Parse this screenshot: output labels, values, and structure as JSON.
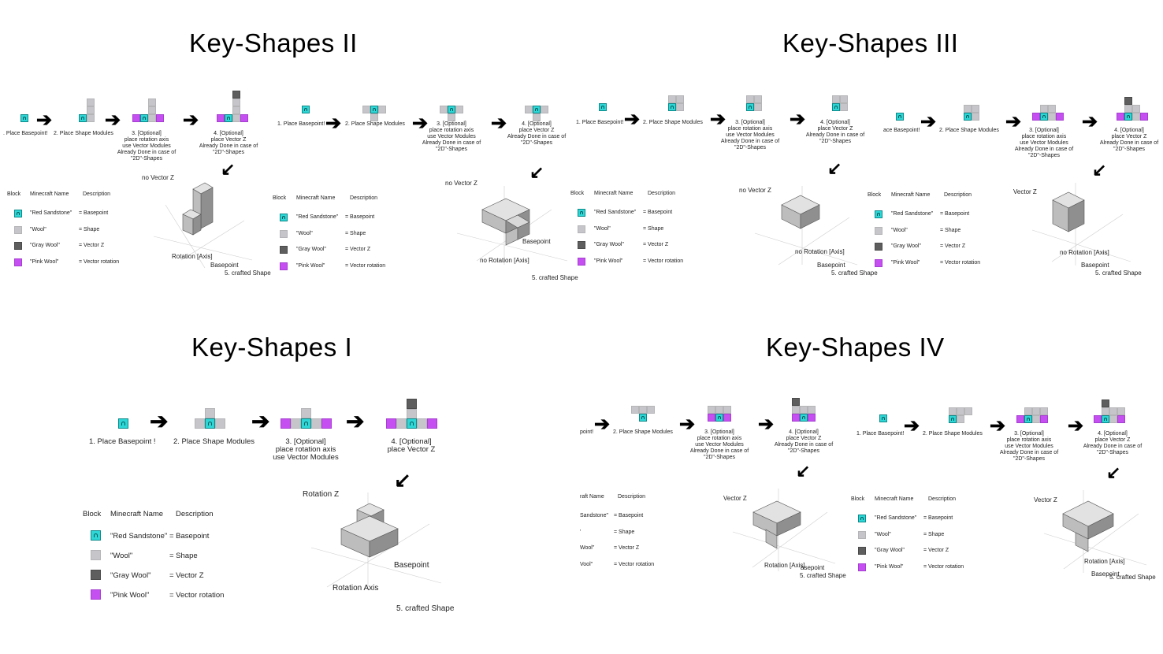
{
  "panel_I": {
    "title": "Key-Shapes I",
    "step1": "1. Place Basepoint !",
    "step2": "2. Place Shape Modules",
    "step3_a": "3. [Optional]",
    "step3_b": "place rotation axis",
    "step3_c": "use Vector Modules",
    "step4_a": "4. [Optional]",
    "step4_b": "place Vector Z",
    "anno_rotz": "Rotation Z",
    "anno_base": "Basepoint",
    "anno_axis": "Rotation Axis",
    "step5": "5. crafted Shape",
    "legend": {
      "h_block": "Block",
      "h_name": "Minecraft Name",
      "h_desc": "Description",
      "rows": [
        {
          "name": "\"Red Sandstone\"",
          "desc": "= Basepoint",
          "color": "#2ed6d6"
        },
        {
          "name": "\"Wool\"",
          "desc": "= Shape",
          "color": "#c6c6ca"
        },
        {
          "name": "\"Gray Wool\"",
          "desc": "= Vector Z",
          "color": "#5e5e5e"
        },
        {
          "name": "\"Pink Wool\"",
          "desc": "= Vector rotation",
          "color": "#c54ff0"
        }
      ]
    }
  },
  "panel_II": {
    "title": "Key-Shapes II",
    "a_step1": ". Place Basepoint!",
    "a_step2": "2. Place Shape Modules",
    "a_step3": [
      "3. [Optional]",
      "place rotation axis",
      "use Vector Modules",
      "Already Done in case of",
      "\"2D\"-Shapes"
    ],
    "a_step4": [
      "4. [Optional]",
      "place Vector Z",
      "Already Done in case of",
      "\"2D\"-Shapes"
    ],
    "a_novz": "no Vector Z",
    "a_rot": "Rotation [Axis]",
    "a_base": "Basepoint",
    "a_step5": "5. crafted Shape",
    "b_step1": "1. Place Basepoint!",
    "b_step2": "2. Place Shape Modules",
    "b_step3": [
      "3. [Optional]",
      "place rotation axis",
      "use Vector Modules",
      "Already Done in case of",
      "\"2D\"-Shapes"
    ],
    "b_step4": [
      "4. [Optional]",
      "place Vector Z",
      "Already Done in case of",
      "\"2D\"-Shapes"
    ],
    "b_novz": "no Vector Z",
    "b_base": "Basepoint",
    "b_norot": "no Rotation [Axis]",
    "b_step5": "5. crafted Shape"
  },
  "panel_III": {
    "title": "Key-Shapes III",
    "a_step1": "1. Place Basepoint!",
    "a_step2": "2. Place Shape Modules",
    "a_step3": [
      "3. [Optional]",
      "place rotation axis",
      "use Vector Modules",
      "Already Done in case of",
      "\"2D\"-Shapes"
    ],
    "a_step4": [
      "4. [Optional]",
      "place Vector Z",
      "Already Done in case of",
      "\"2D\"-Shapes"
    ],
    "a_novz": "no Vector Z",
    "a_norot": "no Rotation [Axis]",
    "a_base": "Basepoint",
    "a_step5": "5. crafted Shape",
    "b_step1": "ace Basepoint!",
    "b_step2": "2. Place Shape Modules",
    "b_step3": [
      "3. [Optional]",
      "place rotation axis",
      "use Vector Modules",
      "Already Done in case of",
      "\"2D\"-Shapes"
    ],
    "b_step4": [
      "4. [Optional]",
      "place Vector Z",
      "Already Done in case of",
      "\"2D\"-Shapes"
    ],
    "b_vz": "Vector Z",
    "b_norot": "no Rotation [Axis]",
    "b_base": "Basepoint",
    "b_step5": "5. crafted Shape"
  },
  "panel_IV": {
    "title": "Key-Shapes IV",
    "a_step1": "point!",
    "a_step2": "2. Place Shape Modules",
    "a_step3": [
      "3. [Optional]",
      "place rotation axis",
      "use Vector Modules",
      "Already Done in case of",
      "\"2D\"-Shapes"
    ],
    "a_step4": [
      "4. [Optional]",
      "place Vector Z",
      "Already Done in case of",
      "\"2D\"-Shapes"
    ],
    "a_vz": "Vector Z",
    "a_rot": "Rotation [Axis]",
    "a_base": "asepoint",
    "a_step5": "5. crafted Shape",
    "b_step1": "1. Place Basepoint!",
    "b_step2": "2. Place Shape Modules",
    "b_step3": [
      "3. [Optional]",
      "place rotation axis",
      "use Vector Modules",
      "Already Done in case of",
      "\"2D\"-Shapes"
    ],
    "b_step4": [
      "4. [Optional]",
      "place Vector Z",
      "Already Done in case of",
      "\"2D\"-Shapes"
    ],
    "b_vz": "Vector Z",
    "b_rot": "Rotation [Axis]",
    "b_base": "Basepoint",
    "b_step5": "5. crafted Shape",
    "legend_a": {
      "h_name": "raft Name",
      "h_desc": "Description",
      "rows": [
        {
          "name": "Sandstone\"",
          "desc": "= Basepoint"
        },
        {
          "name": "'",
          "desc": "= Shape"
        },
        {
          "name": "Wool\"",
          "desc": "= Vector Z"
        },
        {
          "name": "Vool\"",
          "desc": "= Vector rotation"
        }
      ]
    }
  },
  "legend_small": {
    "h_block": "Block",
    "h_name": "Minecraft Name",
    "h_desc": "Description",
    "rows": [
      {
        "name": "\"Red Sandstone\"",
        "desc": "= Basepoint"
      },
      {
        "name": "\"Wool\"",
        "desc": "= Shape"
      },
      {
        "name": "\"Gray Wool\"",
        "desc": "= Vector Z"
      },
      {
        "name": "\"Pink Wool\"",
        "desc": "= Vector rotation"
      }
    ]
  },
  "icons": {
    "arrow_right": "arrow-right-icon",
    "arrow_down_left": "arrow-down-left-icon"
  },
  "colors": {
    "red_sandstone": "#2ed6d6",
    "wool": "#c6c6ca",
    "gray_wool": "#5e5e5e",
    "pink_wool": "#c54ff0"
  }
}
